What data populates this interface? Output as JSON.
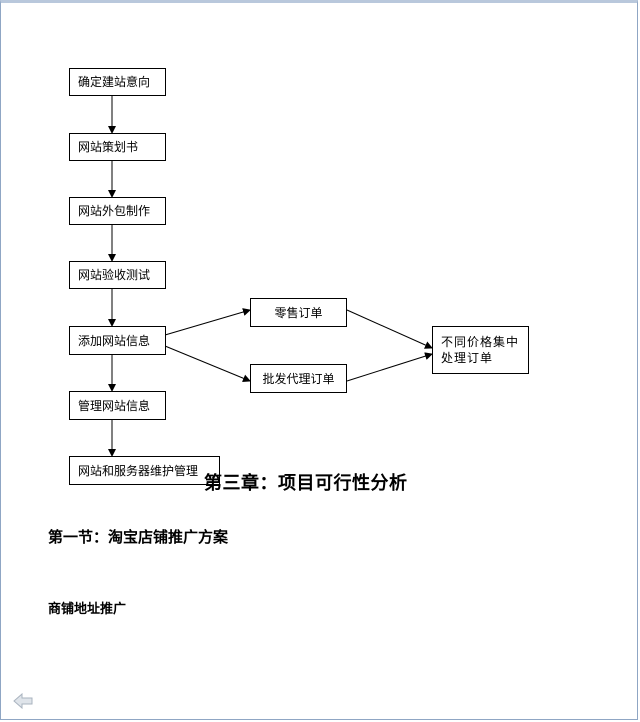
{
  "flowchart": {
    "steps": [
      "确定建站意向",
      "网站策划书",
      "网站外包制作",
      "网站验收测试",
      "添加网站信息",
      "管理网站信息",
      "网站和服务器维护管理"
    ],
    "branches": [
      "零售订单",
      "批发代理订单"
    ],
    "merge": "不同价格集中处理订单"
  },
  "document": {
    "chapter_title": "第三章：项目可行性分析",
    "section_title": "第一节：淘宝店铺推广方案",
    "subheading": "商铺地址推广"
  },
  "icons": {
    "nav_back": "back-arrow-icon"
  },
  "colors": {
    "frame_border": "#8fa6c4",
    "nav_arrow": "#c8d0da"
  }
}
